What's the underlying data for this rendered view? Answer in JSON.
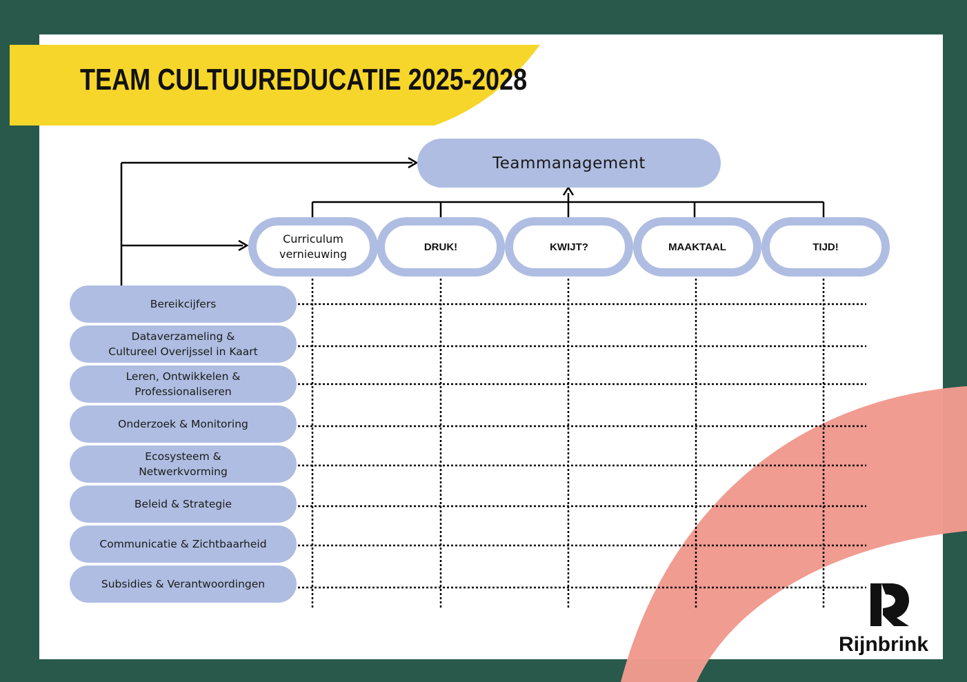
{
  "title": "TEAM CULTUUREDUCATIE 2025-2028",
  "colors": {
    "frame": "#28594b",
    "banner": "#f6d62a",
    "box_fill": "#afbde2",
    "arc": "#f19a8f",
    "line": "#000000"
  },
  "top_node": "Teammanagement",
  "columns": [
    "Curriculum\nvernieuwing",
    "DRUK!",
    "KWIJT?",
    "MAAKTAAL",
    "TIJD!"
  ],
  "rows": [
    "Bereikcijfers",
    "Dataverzameling &\nCultureel Overijssel in Kaart",
    "Leren, Ontwikkelen &\nProfessionaliseren",
    "Onderzoek & Monitoring",
    "Ecosysteem &\nNetwerkvorming",
    "Beleid & Strategie",
    "Communicatie & Zichtbaarheid",
    "Subsidies & Verantwoordingen"
  ],
  "logo": {
    "text": "Rijnbrink",
    "icon": "rijnbrink-r-icon"
  }
}
